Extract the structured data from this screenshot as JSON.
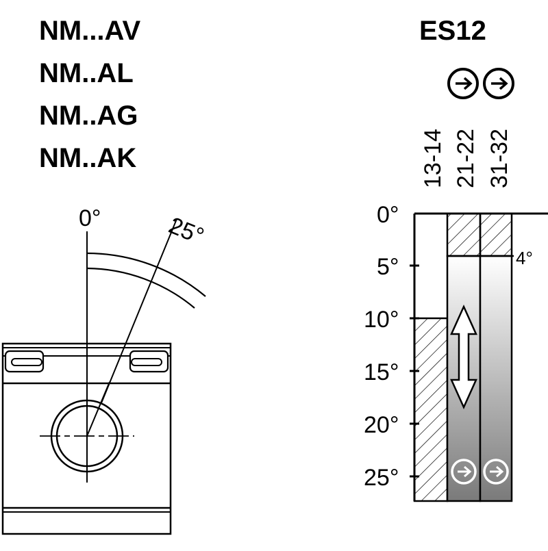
{
  "models": [
    "NM...AV",
    "NM..AL",
    "NM..AG",
    "NM..AK"
  ],
  "switch_code": "ES12",
  "actuator_angles": {
    "zero": "0°",
    "max": "25°"
  },
  "contact_columns": [
    "13-14",
    "21-22",
    "31-32"
  ],
  "scale_labels": [
    "0°",
    "5°",
    "10°",
    "15°",
    "20°",
    "25°"
  ],
  "switch_point_label": "4°",
  "icons": {
    "header": [
      "positive-opening-icon",
      "positive-opening-icon"
    ],
    "bottom": [
      "positive-opening-icon",
      "positive-opening-icon"
    ]
  },
  "colors": {
    "ink": "#000000",
    "gradient_light": "#ffffff",
    "gradient_dark": "#7a7a7a"
  }
}
